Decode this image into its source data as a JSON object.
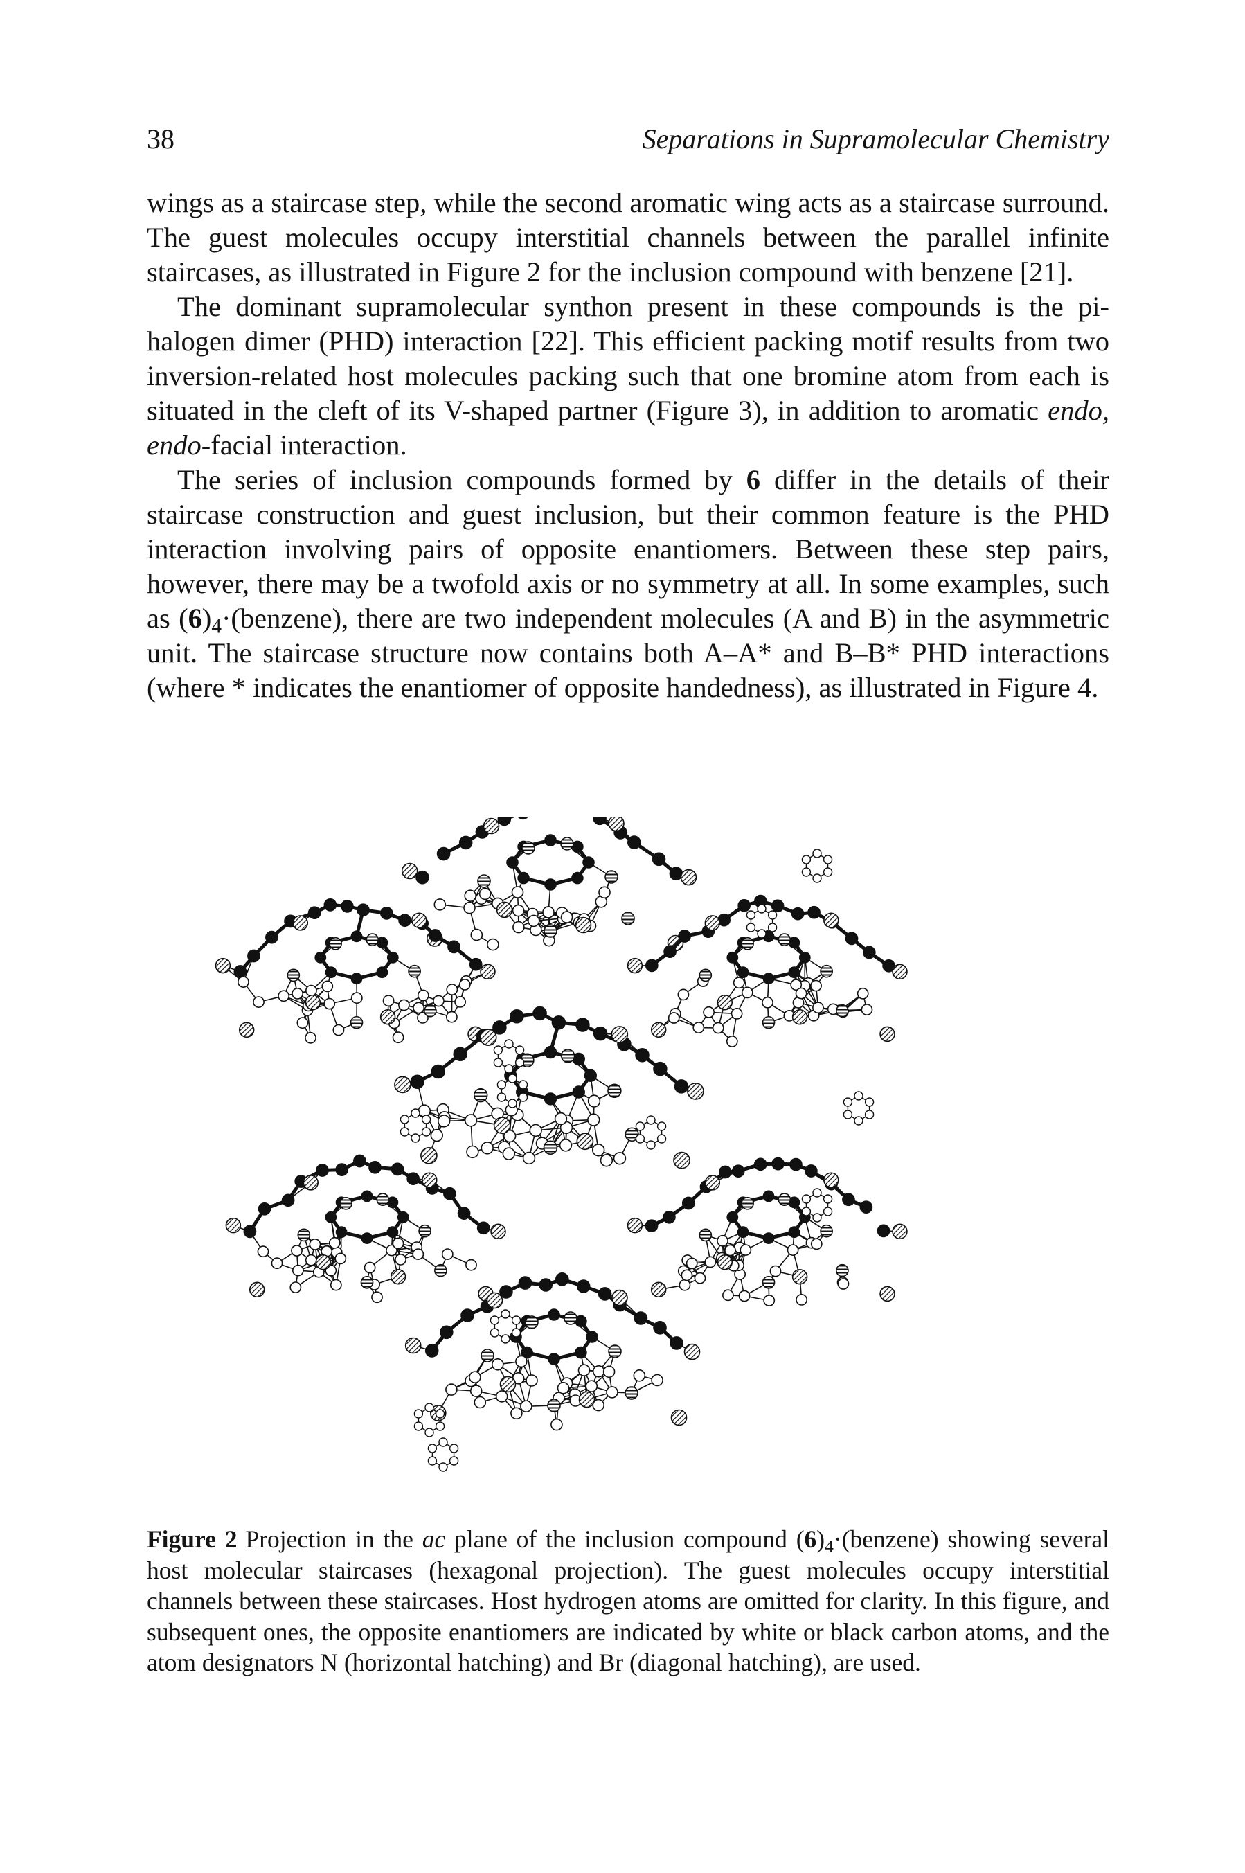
{
  "header": {
    "page_number": "38",
    "running_title": "Separations in Supramolecular Chemistry"
  },
  "body": {
    "p1": "wings as a staircase step, while the second aromatic wing acts as a staircase surround. The guest molecules occupy interstitial channels between the parallel infinite staircases, as illustrated in Figure 2 for the inclusion compound with benzene [21].",
    "p2": {
      "a": "The dominant supramolecular synthon present in these compounds is the pi-halogen dimer (PHD) interaction [22]. This efficient packing motif results from two inversion-related host molecules packing such that one bromine atom from each is situated in the cleft of its V-shaped partner (Figure 3), in addition to aromatic ",
      "em1": "endo,",
      "b": " ",
      "em2": "endo",
      "c": "-facial interaction."
    },
    "p3": {
      "a": "The series of inclusion compounds formed by ",
      "bold6": "6",
      "b": " differ in the details of their staircase construction and guest inclusion, but their common feature is the PHD interaction involving pairs of opposite enantiomers. Between these step pairs, however, there may be a twofold axis or no symmetry at all. In some examples, such as (",
      "bold6b": "6",
      "c": ")",
      "sub": "4",
      "d": "·(benzene), there are two independent molecules (A and B) in the asymmetric unit. The staircase structure now contains both A–A* and B–B* PHD interactions (where * indicates the enantiomer of opposite handedness), as illustrated in Figure 4."
    }
  },
  "figure": {
    "label": "Figure 2",
    "caption_a": "Projection in the ",
    "caption_em": "ac",
    "caption_b": " plane of the inclusion compound (",
    "caption_bold6": "6",
    "caption_c": ")",
    "caption_sub": "4",
    "caption_d": "·(benzene) showing several host molecular staircases (hexagonal projection). The guest molecules occupy interstitial channels between these staircases. Host hydrogen atoms are omitted for clarity. In this figure, and subsequent ones, the opposite enantiomers are indicated by white or black carbon atoms, and the atom designators N (horizontal hatching) and Br (diagonal hatching), are used."
  }
}
